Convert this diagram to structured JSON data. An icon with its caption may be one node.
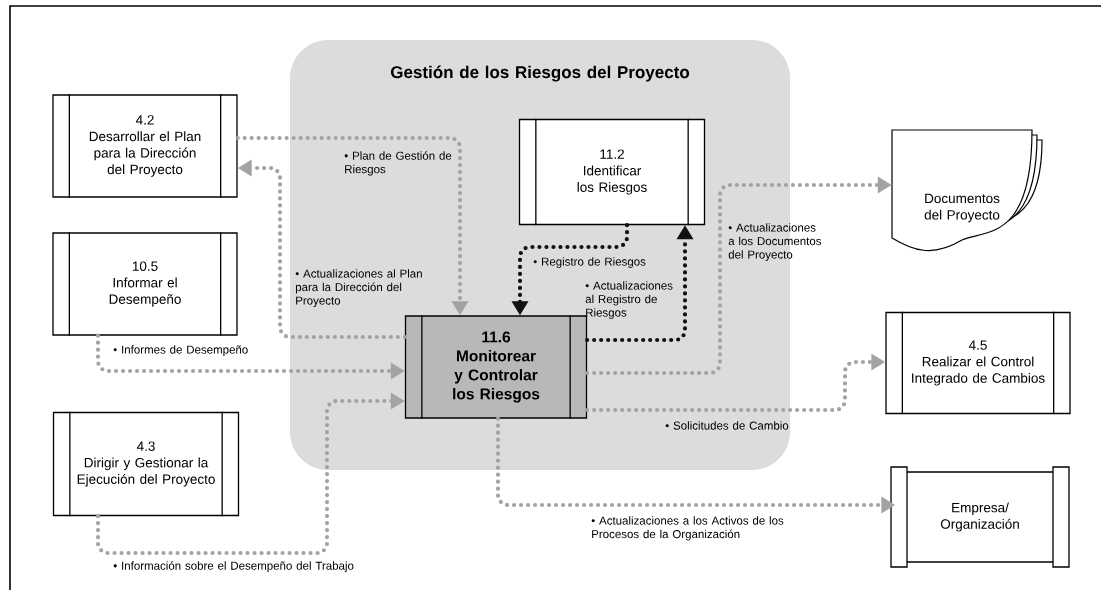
{
  "diagram": {
    "nodes": [
      {
        "text": [
          "Gestión de los Riesgos del Proyecto"
        ]
      },
      {
        "text": [
          "4.2",
          "Desarrollar el Plan para la Dirección del Proyecto"
        ]
      },
      {
        "text": [
          "10.5",
          "Informar el Desempeño"
        ]
      },
      {
        "text": [
          "4.3",
          "Dirigir y Gestionar la Ejecución del Proyecto"
        ]
      },
      {
        "text": [
          "11.2",
          "Identificar los Riesgos"
        ],
        "in": 0
      },
      {
        "text": [
          "11.6",
          "Monitorear y Controlar los Riesgos"
        ],
        "in": 0
      },
      {
        "text": [
          "Documentos del Proyecto"
        ]
      },
      {
        "text": [
          "4.5",
          "Realizar el Control Integrado de Cambios"
        ]
      },
      {
        "text": [
          "Empresa/ Organización"
        ]
      }
    ],
    "edges": [
      {
        "from": 5,
        "to": 1,
        "arrow": "to",
        "label": "• Actualizaciones al Plan para la Dirección del Proyecto"
      },
      {
        "from": 1,
        "to": 5,
        "arrow": "to",
        "label": "• Plan de Gestión de Riesgos"
      },
      {
        "from": 4,
        "to": 5,
        "arrow": "to",
        "label": "• Registro de Riesgos",
        "color": "#111111"
      },
      {
        "from": 5,
        "to": 4,
        "arrow": "to",
        "label": "• Actualizaciones al Registro de Riesgos",
        "color": "#111111"
      },
      {
        "from": 2,
        "to": 5,
        "arrow": "to",
        "label": "• Informes de Desempeño"
      },
      {
        "from": 3,
        "to": 5,
        "arrow": "to",
        "label": "• Información sobre el Desempeño del Trabajo"
      },
      {
        "from": 5,
        "to": 6,
        "arrow": "to",
        "label": "• Actualizaciones a los Documentos del Proyecto"
      },
      {
        "from": 5,
        "to": 7,
        "arrow": "to",
        "label": "• Solicitudes de Cambio"
      },
      {
        "from": 5,
        "to": 8,
        "arrow": "to",
        "label": "• Actualizaciones a los Activos de los Procesos de la Organización"
      }
    ]
  }
}
